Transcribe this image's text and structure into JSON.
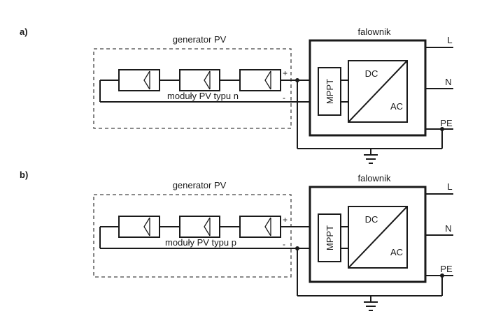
{
  "diagrams": [
    {
      "label": "a)",
      "generator_label": "generator PV",
      "inverter_label": "falownik",
      "modules_label": "moduły PV typu n",
      "mppt_label": "MPPT",
      "dc_label": "DC",
      "ac_label": "AC",
      "plus_label": "+",
      "minus_label": "-",
      "outputs": [
        "L",
        "N",
        "PE"
      ]
    },
    {
      "label": "b)",
      "generator_label": "generator PV",
      "inverter_label": "falownik",
      "modules_label": "moduły PV typu p",
      "mppt_label": "MPPT",
      "dc_label": "DC",
      "ac_label": "AC",
      "plus_label": "+",
      "minus_label": "-",
      "outputs": [
        "L",
        "N",
        "PE"
      ]
    }
  ],
  "icons": {
    "pv_module": "pv-module-icon",
    "ground": "ground-icon",
    "junction": "junction-dot-icon"
  }
}
